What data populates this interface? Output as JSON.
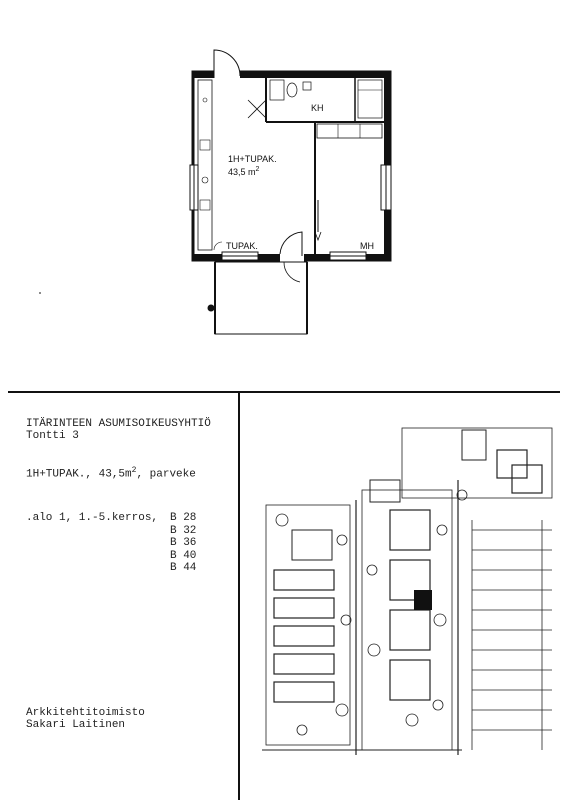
{
  "floorplan": {
    "unit_type": "1H+TUPAK.",
    "area": "43,5 m",
    "area_sup": "2",
    "label_kitchen": "KH",
    "label_sauna": "TUPAK.",
    "label_bedroom": "MH"
  },
  "info": {
    "company": "ITÄRINTEEN ASUMISOIKEUSYHTIÖ",
    "plot": "Tontti 3",
    "apartment": "1H+TUPAK., 43,5m",
    "apartment_sup": "2",
    "apartment_tail": ", parveke",
    "building": ".alo 1, 1.-5.kerros,",
    "units": [
      "B 28",
      "B 32",
      "B 36",
      "B 40",
      "B 44"
    ],
    "architect_line1": "Arkkitehtitoimisto",
    "architect_line2": "Sakari Laitinen"
  }
}
